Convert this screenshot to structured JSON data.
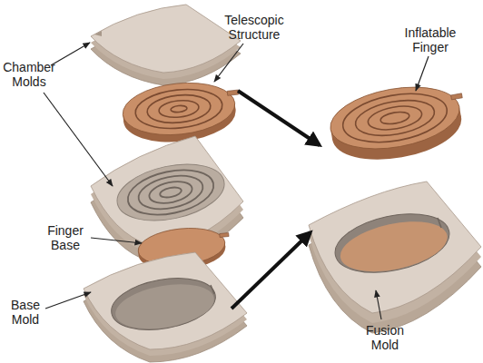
{
  "diagram": {
    "labels": [
      "Telescopic Structure",
      "Inflatable Finger",
      "Chamber Molds",
      "Finger Base",
      "Base Mold",
      "Fusion Mold"
    ]
  }
}
